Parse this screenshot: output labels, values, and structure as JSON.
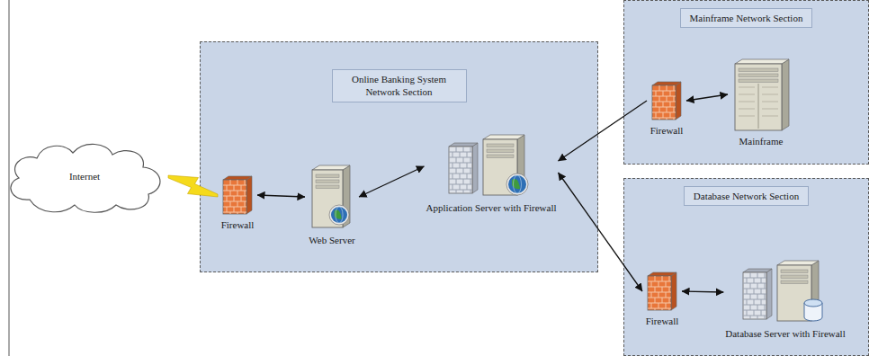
{
  "diagram": {
    "nodes": [
      {
        "text": [
          "Internet"
        ]
      },
      {
        "text": [
          "Online Banking System Network Section"
        ]
      },
      {
        "text": [
          "Firewall"
        ],
        "in": 1
      },
      {
        "text": [
          "Web Server"
        ],
        "in": 1
      },
      {
        "text": [
          "Application Server with Firewall"
        ],
        "in": 1
      },
      {
        "text": [
          "Mainframe Network Section"
        ]
      },
      {
        "text": [
          "Firewall"
        ],
        "in": 5
      },
      {
        "text": [
          "Mainframe"
        ],
        "in": 5
      },
      {
        "text": [
          "Database Network Section"
        ]
      },
      {
        "text": [
          "Firewall"
        ],
        "in": 8
      },
      {
        "text": [
          "Database Server with Firewall"
        ],
        "in": 8
      }
    ],
    "edges": [
      {
        "from": 0,
        "to": 2,
        "arrow": "none"
      },
      {
        "from": 2,
        "to": 3,
        "arrow": "both"
      },
      {
        "from": 3,
        "to": 4,
        "arrow": "both"
      },
      {
        "from": 6,
        "to": 7,
        "arrow": "both"
      },
      {
        "from": 6,
        "to": 4,
        "arrow": "to"
      },
      {
        "from": 4,
        "to": 9,
        "arrow": "both"
      },
      {
        "from": 9,
        "to": 10,
        "arrow": "both"
      }
    ]
  }
}
